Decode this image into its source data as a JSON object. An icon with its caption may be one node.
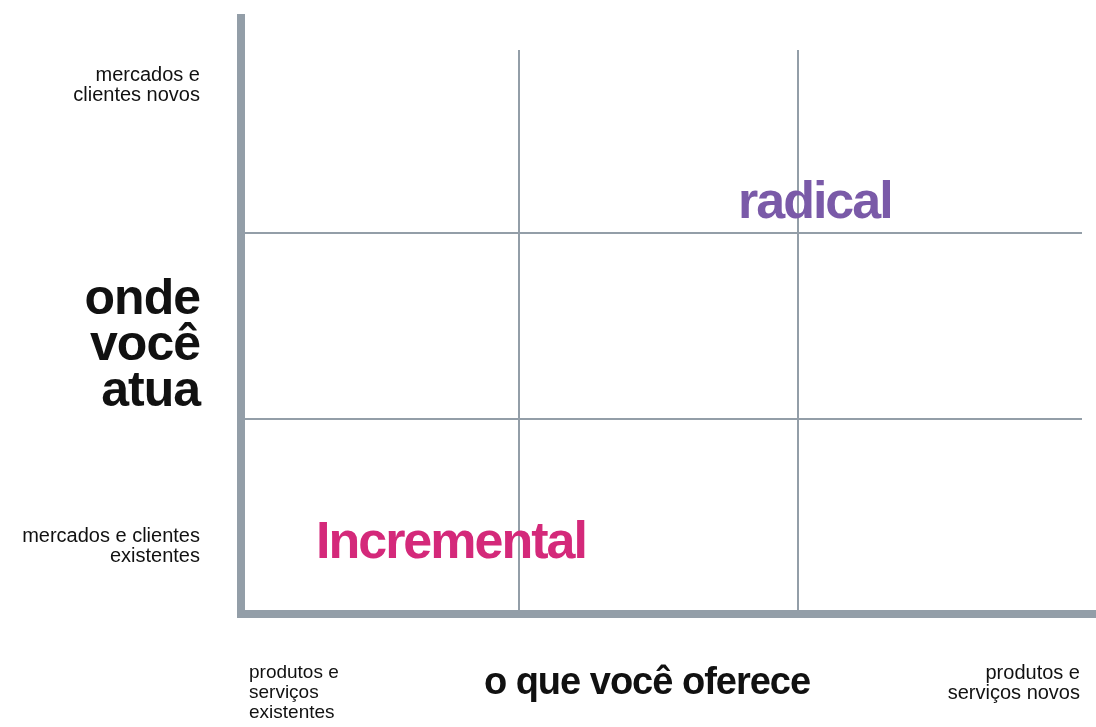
{
  "diagram": {
    "labels": [
      "mercados e clientes novos",
      "radical",
      "onde você atua",
      "mercados e clientes existentes",
      "Incremental",
      "produtos e serviços existentes",
      "o que você oferece",
      "produtos e serviços novos"
    ]
  }
}
